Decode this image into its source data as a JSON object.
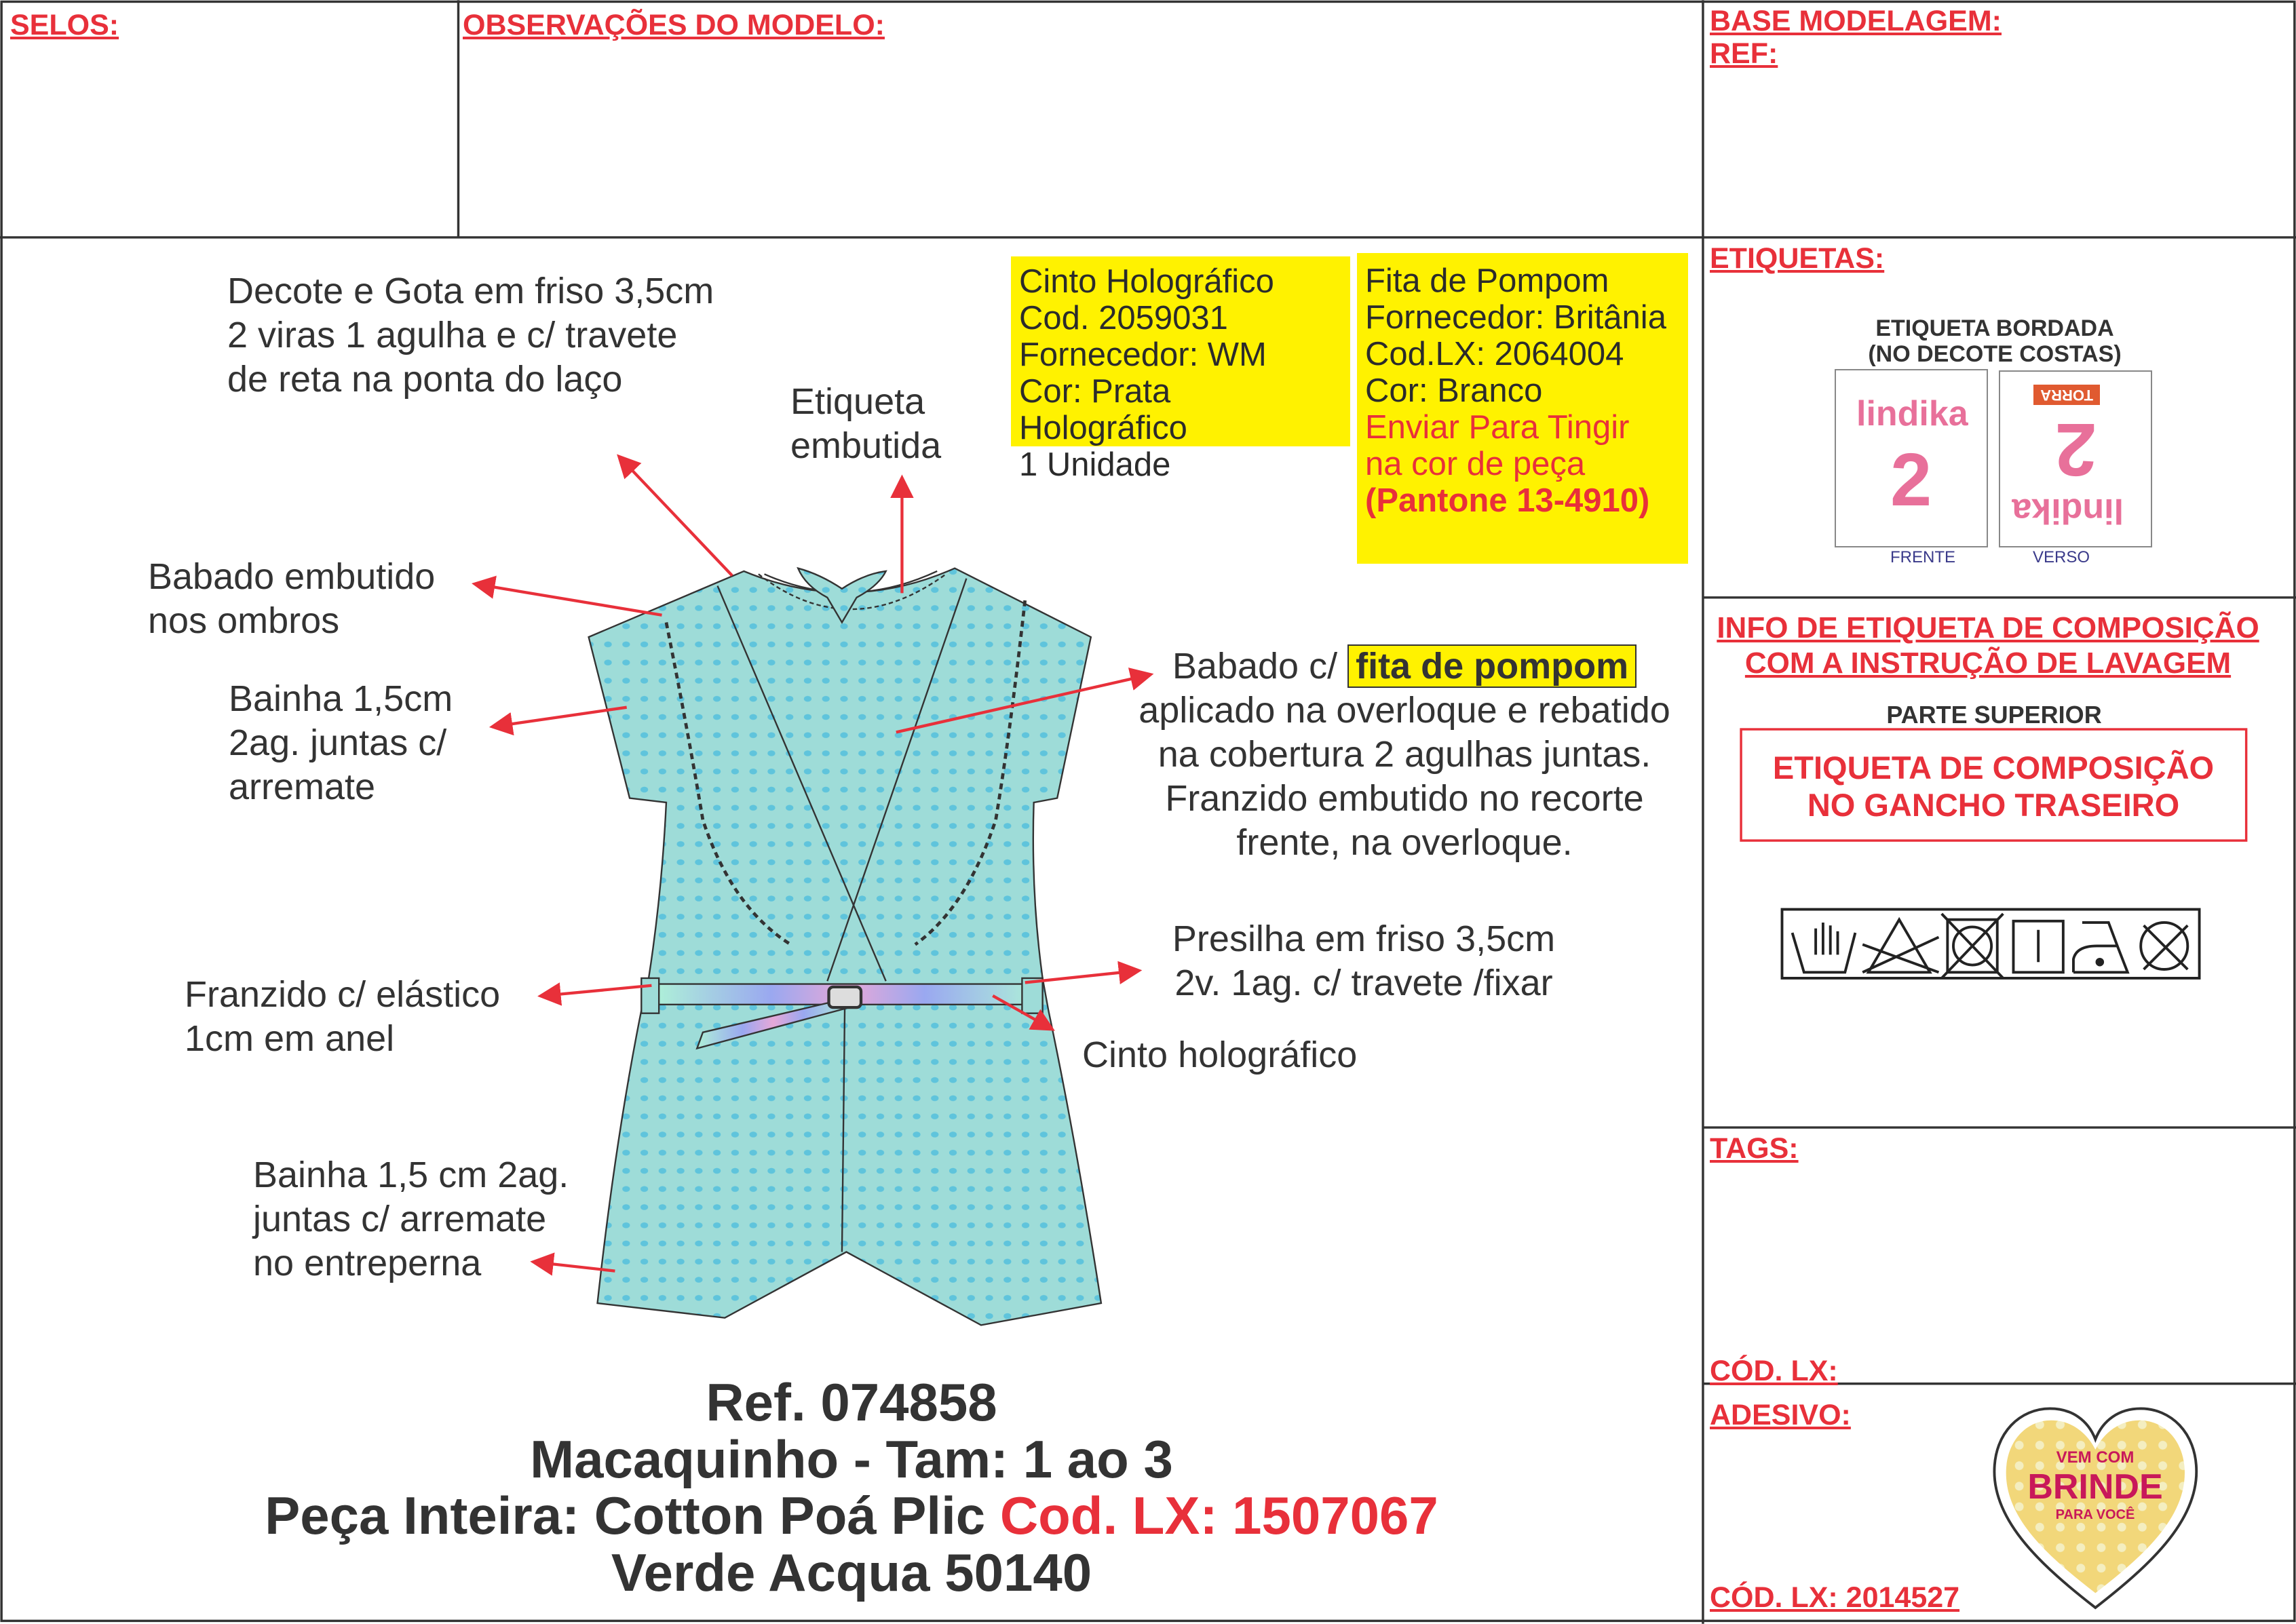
{
  "header": {
    "selos": "SELOS:",
    "observacoes": "OBSERVAÇÕES DO MODELO:",
    "base_modelagem": "BASE MODELAGEM:",
    "ref": "REF:"
  },
  "notes": {
    "decote": [
      "Decote e Gota em friso 3,5cm",
      "2 viras 1 agulha e c/ travete",
      "de reta na ponta do laço"
    ],
    "etiqueta": [
      "Etiqueta",
      "embutida"
    ],
    "babado_ombros": [
      "Babado embutido",
      "nos ombros"
    ],
    "bainha_manga": [
      "Bainha 1,5cm",
      "2ag. juntas c/",
      "arremate"
    ],
    "babado_fita_prefix": "Babado c/ ",
    "babado_fita_highlight": "fita de pompom",
    "babado_fita_lines": [
      "aplicado na overloque e rebatido",
      "na cobertura 2 agulhas juntas.",
      "Franzido embutido no recorte",
      "frente, na overloque."
    ],
    "presilha": [
      "Presilha em friso 3,5cm",
      "2v. 1ag. c/ travete /fixar"
    ],
    "franzido": [
      "Franzido c/ elástico",
      "1cm em anel"
    ],
    "cinto": "Cinto holográfico",
    "bainha_perna": [
      "Bainha 1,5 cm 2ag.",
      "juntas c/ arremate",
      "no entreperna"
    ]
  },
  "cinto_box": [
    "Cinto Holográfico",
    "Cod. 2059031",
    "Fornecedor: WM",
    "Cor: Prata Holográfico",
    "1 Unidade"
  ],
  "fita_box": {
    "lines": [
      "Fita de Pompom",
      "Fornecedor: Britânia",
      "Cod.LX: 2064004",
      "Cor: Branco"
    ],
    "red_lines": [
      "Enviar Para Tingir",
      "na cor de peça"
    ],
    "pantone": "(Pantone 13-4910)"
  },
  "product": {
    "ref": "Ref. 074858",
    "name": "Macaquinho - Tam: 1 ao 3",
    "fabric": "Peça Inteira: Cotton Poá Plic ",
    "fabric_code": "Cod. LX: 1507067",
    "color": "Verde Acqua 50140"
  },
  "etiquetas": {
    "header": "ETIQUETAS:",
    "title": [
      "ETIQUETA BORDADA",
      "(NO DECOTE COSTAS)"
    ],
    "brand": "lindika",
    "size": "2",
    "tag": "TORRA",
    "front_label": "FRENTE",
    "back_label": "VERSO"
  },
  "composicao": {
    "header": [
      "INFO DE ETIQUETA DE COMPOSIÇÃO",
      "COM A INSTRUÇÃO DE LAVAGEM"
    ],
    "subtitle": "PARTE SUPERIOR",
    "box": [
      "ETIQUETA DE COMPOSIÇÃO",
      "NO GANCHO TRASEIRO"
    ],
    "care_icons": [
      "hand-wash-icon",
      "do-not-bleach-icon",
      "do-not-tumble-dry-icon",
      "line-dry-icon",
      "iron-low-icon",
      "do-not-dry-clean-icon"
    ]
  },
  "tags": {
    "header": "TAGS:",
    "cod": "CÓD. LX:"
  },
  "adesivo": {
    "header": "ADESIVO:",
    "cod": "CÓD. LX: 2014527",
    "sticker": [
      "VEM COM",
      "BRINDE",
      "PARA VOCÊ"
    ]
  },
  "colors": {
    "red": "#e8303a",
    "yellow": "#fff200",
    "garment": "#9edcd8",
    "dots": "#5fc4dc",
    "pink": "#e8709a"
  }
}
